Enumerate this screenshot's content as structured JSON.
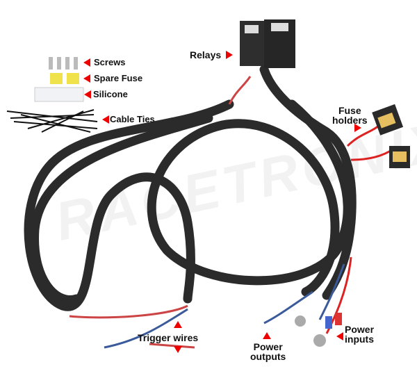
{
  "watermark": "RACETRONIX",
  "labels": {
    "relays": "Relays",
    "screws": "Screws",
    "spare_fuse": "Spare Fuse",
    "silicone": "Silicone",
    "cable_ties": "Cable Ties",
    "fuse_holders_1": "Fuse",
    "fuse_holders_2": "holders",
    "trigger_wires": "Trigger wires",
    "power_outputs_1": "Power",
    "power_outputs_2": "outputs",
    "power_inputs_1": "Power",
    "power_inputs_2": "inputs"
  },
  "colors": {
    "arrow": "#e00000",
    "cable": "#2a2a2a",
    "wire_red": "#d22",
    "wire_blue": "#3a5a9a"
  }
}
